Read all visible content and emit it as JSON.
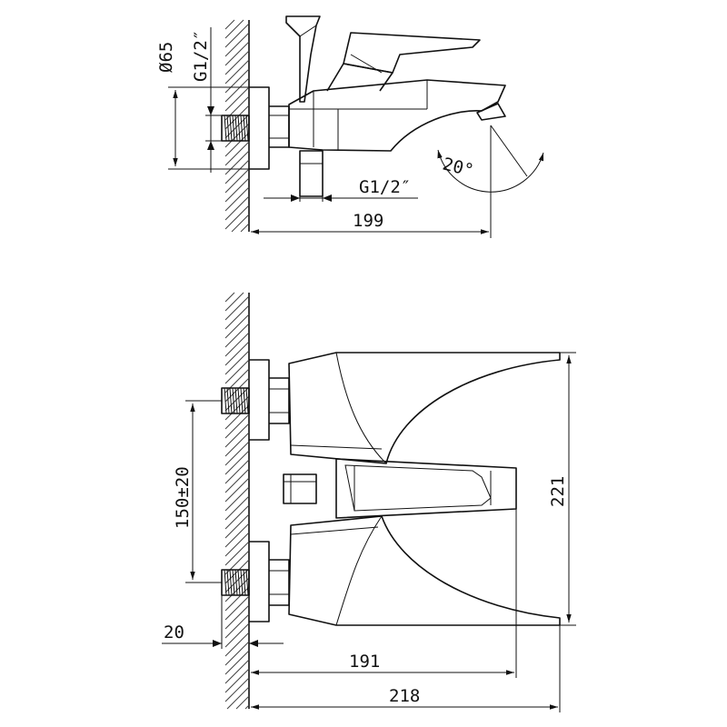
{
  "drawing": {
    "top_view": {
      "dia_label": "Ø65",
      "thread_label_wall": "G1/2″",
      "thread_label_bottom": "G1/2″",
      "angle_label": "20°",
      "length_label": "199"
    },
    "front_view": {
      "spacing_label": "150±20",
      "height_label": "221",
      "wall_label": "20",
      "spout_label": "191",
      "total_label": "218"
    }
  }
}
